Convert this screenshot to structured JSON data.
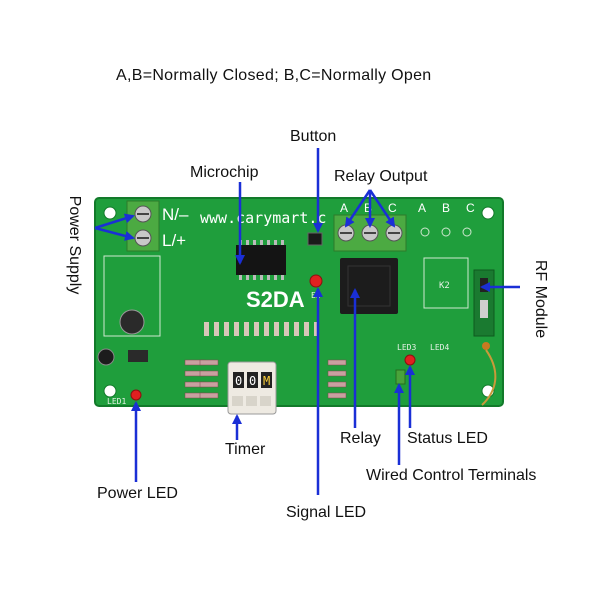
{
  "header": {
    "text": "A,B=Normally Closed; B,C=Normally Open"
  },
  "labels": {
    "button": "Button",
    "microchip": "Microchip",
    "relay_output": "Relay Output",
    "power_supply": "Power Supply",
    "rf_module": "RF Module",
    "relay": "Relay",
    "status_led": "Status LED",
    "timer": "Timer",
    "wired_control_terminals": "Wired Control Terminals",
    "power_led": "Power LED",
    "signal_led": "Signal LED"
  },
  "board": {
    "model": "S2DA",
    "website": "www.carymart.c",
    "terminal_n": "N/–",
    "terminal_l": "L/+",
    "abc": [
      "A",
      "B",
      "C"
    ],
    "timer_digits": [
      "0",
      "0",
      "M"
    ],
    "led1": "LED1",
    "led3": "LED3",
    "led4": "LED4",
    "k2": "K2",
    "e2": "E2"
  },
  "colors": {
    "pcb": "#1f9e3c",
    "pcb_edge": "#127a2a",
    "arrow": "#1a2fd6",
    "terminal": "#4caa42",
    "relay": "#1c1c1c",
    "led": "#e02020"
  }
}
